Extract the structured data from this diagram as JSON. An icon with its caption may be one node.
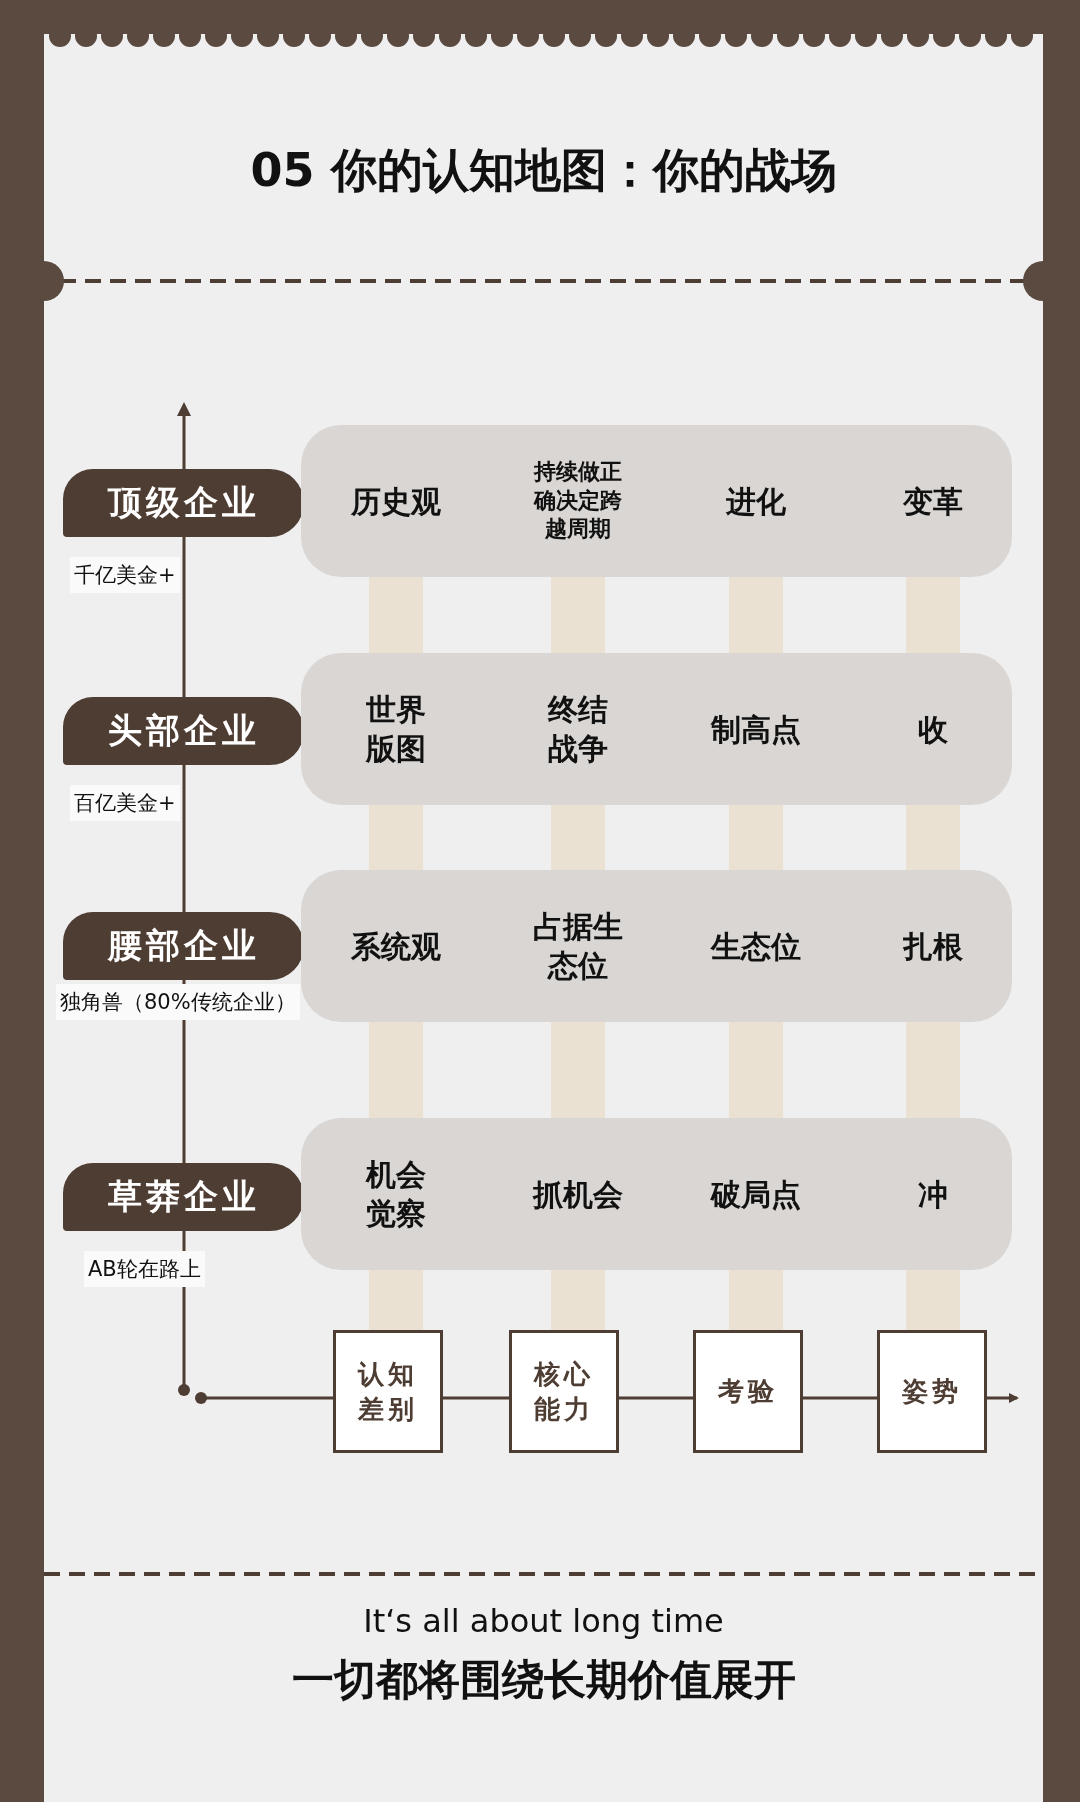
{
  "diagram": {
    "title": "05 你的认知地图：你的战场",
    "nodes": [
      {
        "text": [
          "顶级企业"
        ],
        "beside": [
          "千亿美金+"
        ]
      },
      {
        "text": [
          "历史观",
          "持续做正确决定跨越周期",
          "进化",
          "变革"
        ]
      },
      {
        "text": [
          "头部企业"
        ],
        "beside": [
          "百亿美金+"
        ]
      },
      {
        "text": [
          "世界版图",
          "终结战争",
          "制高点",
          "收"
        ]
      },
      {
        "text": [
          "腰部企业"
        ],
        "beside": [
          "独角兽（80%传统企业）"
        ]
      },
      {
        "text": [
          "系统观",
          "占据生态位",
          "生态位",
          "扎根"
        ]
      },
      {
        "text": [
          "草莽企业"
        ],
        "beside": [
          "AB轮在路上"
        ]
      },
      {
        "text": [
          "机会觉察",
          "抓机会",
          "破局点",
          "冲"
        ]
      },
      {
        "text": [
          "认知差别"
        ]
      },
      {
        "text": [
          "核心能力"
        ]
      },
      {
        "text": [
          "考验"
        ]
      },
      {
        "text": [
          "姿势"
        ]
      }
    ],
    "edges": [
      {
        "from": null,
        "to": 8,
        "arrow": "other"
      },
      {
        "from": 8,
        "to": 9,
        "arrow": "none"
      },
      {
        "from": 9,
        "to": 10,
        "arrow": "none"
      },
      {
        "from": 10,
        "to": 11,
        "arrow": "none"
      },
      {
        "from": 11,
        "to": null,
        "arrow": "to"
      }
    ],
    "labels": [
      "It‘s all about long time",
      "一切都将围绕长期价值展开"
    ]
  }
}
